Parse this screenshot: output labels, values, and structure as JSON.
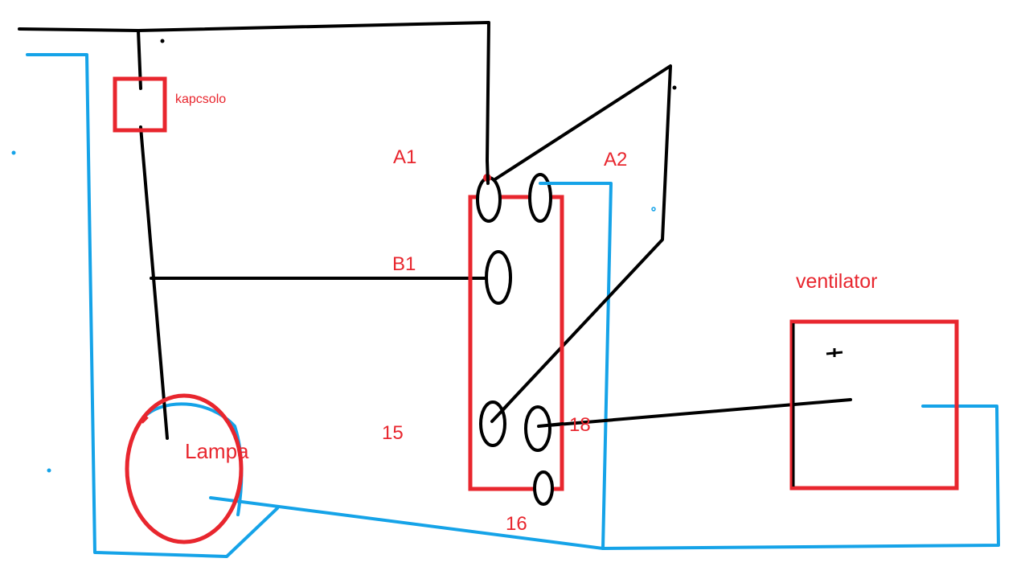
{
  "colors": {
    "wire_black": "#000000",
    "wire_blue": "#15a3e8",
    "outline_red": "#e8262e",
    "background": "#ffffff"
  },
  "labels": {
    "switch": "kapcsolo",
    "a1": "A1",
    "a2": "A2",
    "b1": "B1",
    "t15": "15",
    "t16": "16",
    "t18": "18",
    "fan": "ventilator",
    "lamp": "Lampa"
  }
}
